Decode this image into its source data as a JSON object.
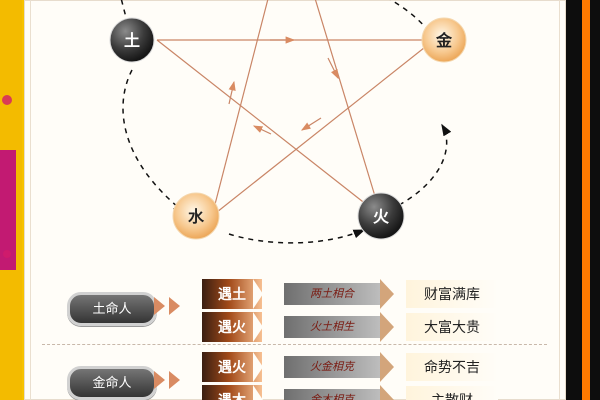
{
  "diagram": {
    "elements": [
      {
        "id": "earth",
        "label": "土",
        "style": "dark"
      },
      {
        "id": "metal",
        "label": "金",
        "style": "light"
      },
      {
        "id": "water",
        "label": "水",
        "style": "light"
      },
      {
        "id": "fire",
        "label": "火",
        "style": "dark"
      }
    ]
  },
  "sections": [
    {
      "person": "土命人",
      "rows": [
        {
          "meet": "遇土",
          "relation": "两土相合",
          "result": "财富满库"
        },
        {
          "meet": "遇火",
          "relation": "火土相生",
          "result": "大富大贵"
        }
      ]
    },
    {
      "person": "金命人",
      "rows": [
        {
          "meet": "遇火",
          "relation": "火金相克",
          "result": "命势不吉"
        },
        {
          "meet": "遇木",
          "relation": "金木相克",
          "result": "主散财"
        }
      ]
    }
  ],
  "colors": {
    "accent": "#a24a19",
    "line": "#c98566",
    "dark_node": "#3a3a3a",
    "light_node": "#f8c07a"
  }
}
